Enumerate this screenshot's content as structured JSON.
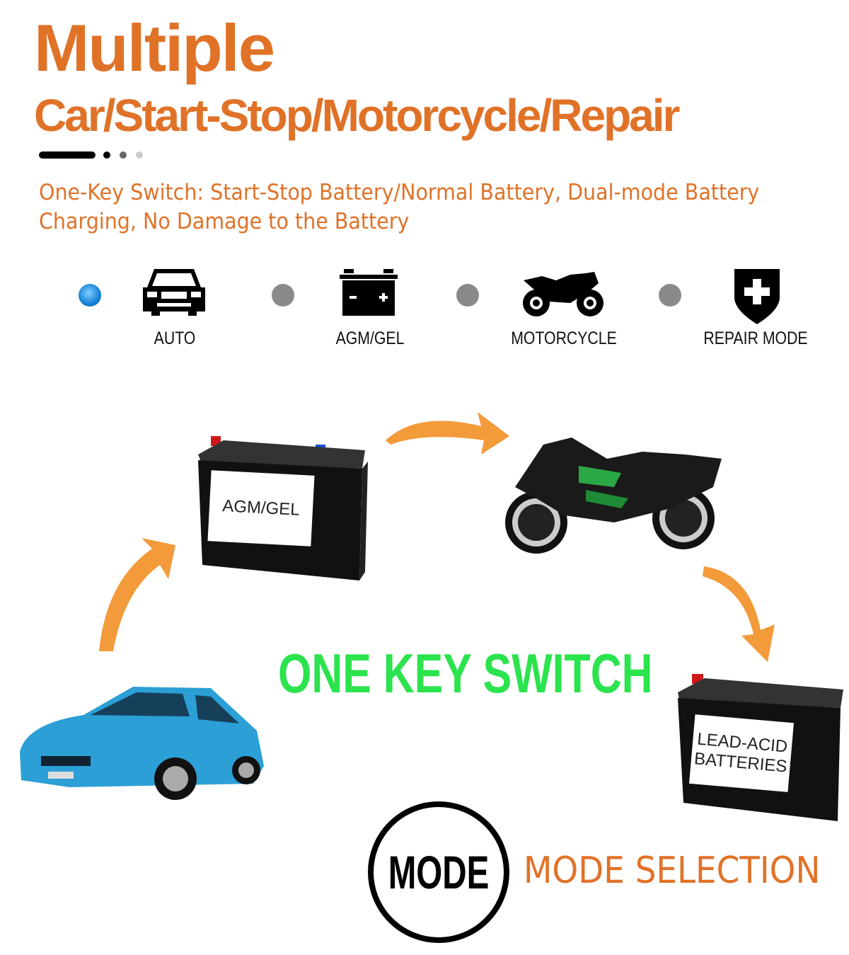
{
  "header": {
    "title_line1": "Multiple",
    "title_line2": "Car/Start-Stop/Motorcycle/Repair",
    "subtitle": "One-Key Switch: Start-Stop Battery/Normal Battery, Dual-mode Battery Charging, No Damage to the Battery"
  },
  "modes": [
    {
      "label": "AUTO",
      "icon": "car-icon",
      "active": true
    },
    {
      "label": "AGM/GEL",
      "icon": "battery-icon",
      "active": false
    },
    {
      "label": "MOTORCYCLE",
      "icon": "motorcycle-icon",
      "active": false
    },
    {
      "label": "REPAIR MODE",
      "icon": "shield-plus-icon",
      "active": false
    }
  ],
  "diagram": {
    "battery_agm_label": "AGM/GEL",
    "battery_lead_label_line1": "LEAD-ACID",
    "battery_lead_label_line2": "BATTERIES",
    "center_text": "ONE KEY SWITCH"
  },
  "footer": {
    "mode_button": "MODE",
    "mode_selection": "MODE SELECTION"
  },
  "colors": {
    "accent": "#e07228",
    "green": "#2be34d",
    "active_dot": "#1580d8",
    "inactive_dot": "#8a8a8a"
  }
}
